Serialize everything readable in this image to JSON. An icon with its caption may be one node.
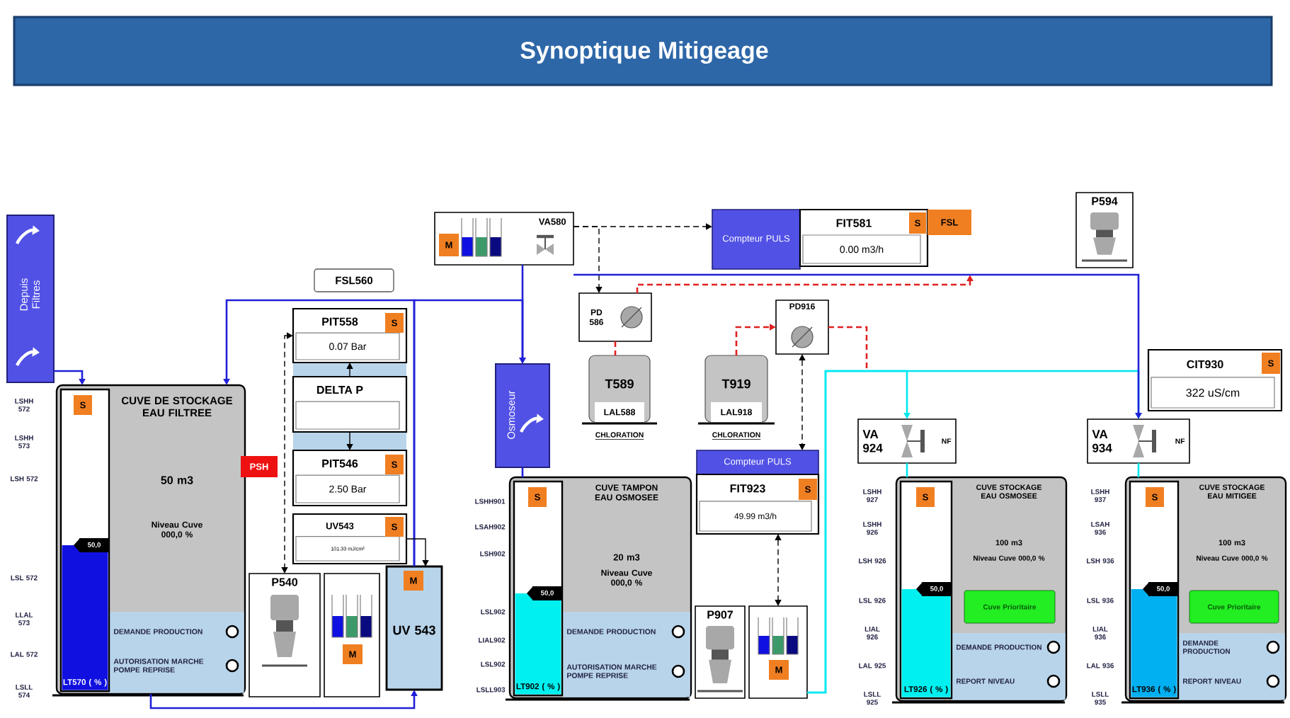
{
  "diagram": {
    "title": "Synoptique Mitigeage",
    "nodes": [
      {
        "text": [
          "Depuis Filtres"
        ]
      },
      {
        "text": [
          "CUVE DE STOCKAGE EAU FILTREE",
          "50 m3",
          "Niveau Cuve 000,0 %",
          "DEMANDE PRODUCTION",
          "AUTORISATION MARCHE POMPE REPRISE"
        ]
      },
      {
        "text": [
          "LT570 ( % )"
        ],
        "in": 1
      },
      {
        "text": [
          "S"
        ],
        "in": 2
      },
      {
        "text": [
          "50,0"
        ],
        "in": 2
      },
      {
        "text": [
          "FSL560"
        ]
      },
      {
        "text": [
          "PSH"
        ]
      },
      {
        "text": [
          "PIT558",
          "0.07 Bar"
        ]
      },
      {
        "text": [
          "S"
        ],
        "in": 7
      },
      {
        "text": [
          "DELTA P"
        ]
      },
      {
        "text": [
          "PIT546",
          "2.50 Bar"
        ]
      },
      {
        "text": [
          "S"
        ],
        "in": 10
      },
      {
        "text": [
          "UV543",
          "101.33 mJ/cm²"
        ]
      },
      {
        "text": [
          "S"
        ],
        "in": 12
      },
      {
        "text": [
          "P540"
        ]
      },
      {
        "text": [],
        "shape": "box"
      },
      {
        "text": [
          "M"
        ],
        "in": 15
      },
      {
        "text": [
          "UV 543"
        ]
      },
      {
        "text": [
          "M"
        ],
        "in": 17
      },
      {
        "text": [
          "VA580"
        ]
      },
      {
        "text": [
          "M"
        ],
        "in": 19
      },
      {
        "text": [
          "Osmoseur"
        ]
      },
      {
        "text": [
          "Compteur PULS"
        ]
      },
      {
        "text": [
          "FIT581",
          "0.00 m3/h"
        ]
      },
      {
        "text": [
          "S"
        ],
        "in": 23
      },
      {
        "text": [
          "FSL"
        ]
      },
      {
        "text": [
          "PD 586"
        ]
      },
      {
        "text": [
          "PD916"
        ]
      },
      {
        "text": [
          "T589",
          "LAL588"
        ],
        "beside": [
          "CHLORATION"
        ]
      },
      {
        "text": [
          "T919",
          "LAL918"
        ],
        "beside": [
          "CHLORATION"
        ]
      },
      {
        "text": [
          "Compteur PULS"
        ]
      },
      {
        "text": [
          "FIT923",
          "49.99 m3/h"
        ]
      },
      {
        "text": [
          "S"
        ],
        "in": 31
      },
      {
        "text": [
          "P594"
        ]
      },
      {
        "text": [
          "CIT930",
          "322 uS/cm"
        ]
      },
      {
        "text": [
          "S"
        ],
        "in": 34
      },
      {
        "text": [
          "VA 924",
          "NF"
        ]
      },
      {
        "text": [
          "VA 934",
          "NF"
        ]
      },
      {
        "text": [
          "CUVE TAMPON EAU OSMOSEE",
          "20 m3",
          "Niveau Cuve 000,0 %",
          "DEMANDE PRODUCTION",
          "AUTORISATION MARCHE POMPE REPRISE"
        ]
      },
      {
        "text": [
          "LT902 ( % )"
        ],
        "in": 38
      },
      {
        "text": [
          "S"
        ],
        "in": 39
      },
      {
        "text": [
          "50,0"
        ],
        "in": 39
      },
      {
        "text": [
          "P907"
        ]
      },
      {
        "text": [],
        "shape": "box"
      },
      {
        "text": [
          "M"
        ],
        "in": 43
      },
      {
        "text": [
          "CUVE STOCKAGE EAU OSMOSEE",
          "100 m3",
          "Niveau Cuve 000,0 %",
          "DEMANDE PRODUCTION",
          "REPORT NIVEAU"
        ]
      },
      {
        "text": [
          "LT926 ( % )"
        ],
        "in": 45
      },
      {
        "text": [
          "S"
        ],
        "in": 46
      },
      {
        "text": [
          "50,0"
        ],
        "in": 46
      },
      {
        "text": [
          "Cuve Prioritaire"
        ],
        "in": 45
      },
      {
        "text": [
          "CUVE STOCKAGE EAU MITIGEE",
          "100 m3",
          "Niveau Cuve 000,0 %",
          "DEMANDE PRODUCTION",
          "REPORT NIVEAU"
        ]
      },
      {
        "text": [
          "LT936 ( % )"
        ],
        "in": 50
      },
      {
        "text": [
          "S"
        ],
        "in": 51
      },
      {
        "text": [
          "50,0"
        ],
        "in": 51
      },
      {
        "text": [
          "Cuve Prioritaire"
        ],
        "in": 50
      }
    ],
    "edges": [
      {
        "from": 0,
        "to": 1,
        "arrow": "to",
        "color": "#2020d8"
      },
      {
        "from": 17,
        "to": 1,
        "arrow": "to",
        "color": "#2020d8"
      },
      {
        "from": 17,
        "to": 21,
        "arrow": "to",
        "color": "#2020d8"
      },
      {
        "from": 19,
        "to": 21,
        "arrow": "to",
        "color": "#2020d8"
      },
      {
        "from": 21,
        "to": 38,
        "arrow": "none",
        "color": "#2020d8"
      },
      {
        "from": 1,
        "to": 17,
        "arrow": "to",
        "color": "#2020d8"
      },
      {
        "from": 19,
        "to": 22,
        "arrow": "to",
        "style": "dashed",
        "color": "#000000"
      },
      {
        "from": 19,
        "to": 26,
        "arrow": "to",
        "style": "dashed",
        "color": "#000000"
      },
      {
        "from": 26,
        "to": null,
        "arrow": "to",
        "style": "dashed",
        "color": "#e02020"
      },
      {
        "from": 26,
        "to": 28,
        "arrow": "none",
        "style": "dashed",
        "color": "#e02020"
      },
      {
        "from": 29,
        "to": 27,
        "arrow": "to",
        "style": "dashed",
        "color": "#e02020"
      },
      {
        "from": 27,
        "to": null,
        "arrow": "none",
        "style": "dashed",
        "color": "#e02020"
      },
      {
        "from": 27,
        "to": 30,
        "arrow": "both",
        "style": "dashed",
        "color": "#000000"
      },
      {
        "from": 31,
        "to": 43,
        "arrow": "both",
        "style": "dashed",
        "color": "#000000"
      },
      {
        "from": 43,
        "to": 36,
        "arrow": "to",
        "color": "#00e8f0"
      },
      {
        "from": 43,
        "to": 37,
        "arrow": "to",
        "color": "#00e8f0"
      },
      {
        "from": 36,
        "to": 45,
        "arrow": "none",
        "color": "#00e8f0"
      },
      {
        "from": 37,
        "to": 50,
        "arrow": "none",
        "color": "#00e8f0"
      },
      {
        "from": 19,
        "to": 37,
        "arrow": "to",
        "color": "#2020d8"
      },
      {
        "from": 7,
        "to": 14,
        "arrow": "both",
        "style": "dashed",
        "color": "#000000"
      },
      {
        "from": 9,
        "to": 7,
        "arrow": "to",
        "color": "#000000"
      },
      {
        "from": 9,
        "to": 10,
        "arrow": "to",
        "color": "#000000"
      },
      {
        "from": 12,
        "to": 17,
        "arrow": "to",
        "color": "#000000"
      }
    ],
    "labels": [
      "LSHH 572",
      "LSHH 573",
      "LSH 572",
      "LSL 572",
      "LLAL 573",
      "LAL 572",
      "LSLL 574",
      "LSHH901",
      "LSAH902",
      "LSH902",
      "LSL902",
      "LIAL902",
      "LSL902",
      "LSLL903",
      "LSHH 927",
      "LSHH 926",
      "LSH 926",
      "LSL 926",
      "LIAL 926",
      "LAL 925",
      "LSLL 925",
      "LSHH 937",
      "LSAH 936",
      "LSH 936",
      "LSL 936",
      "LIAL 936",
      "LAL 936",
      "LSLL 935"
    ]
  }
}
